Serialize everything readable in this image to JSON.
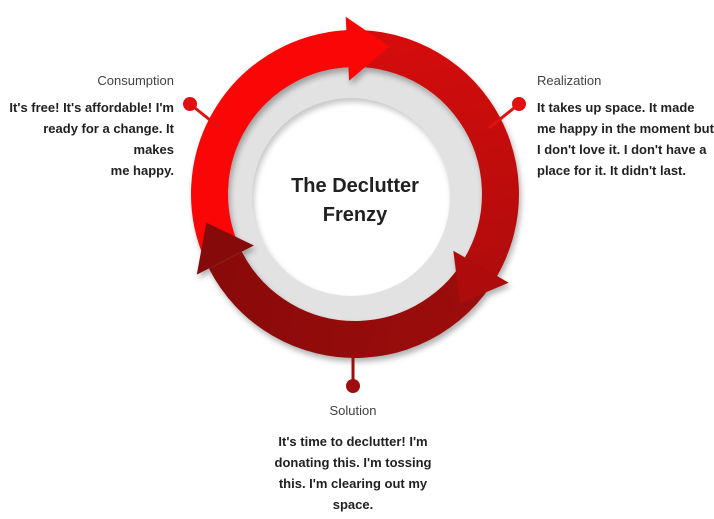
{
  "figure": {
    "title": "The Declutter\nFrenzy"
  },
  "stages": [
    {
      "label": "Consumption",
      "description": "It's free! It's affordable! I'm\nready for a change. It makes\nme happy."
    },
    {
      "label": "Realization",
      "description": "It takes up space. It made\nme happy in the moment but\nI don't love it. I don't have a\nplace for it. It didn't last."
    },
    {
      "label": "Solution",
      "description": "It's time to declutter! I'm\ndonating this. I'm tossing\nthis. I'm clearing out my\nspace."
    }
  ],
  "colors": {
    "background": "#ffffff",
    "arc_bright_red": "#fb0606",
    "arc_medium_red_start": "#d40c0c",
    "arc_medium_red_end": "#ae0c0c",
    "arc_dark_red_start": "#9c0c0c",
    "arc_dark_red_end": "#870a0a",
    "inner_ring_gray": "#e2e2e2",
    "title_text": "#212121",
    "label_text": "#424242",
    "body_text": "#212121",
    "connector_red": "#e21010",
    "connector_dark_red": "#9e0d0d"
  }
}
